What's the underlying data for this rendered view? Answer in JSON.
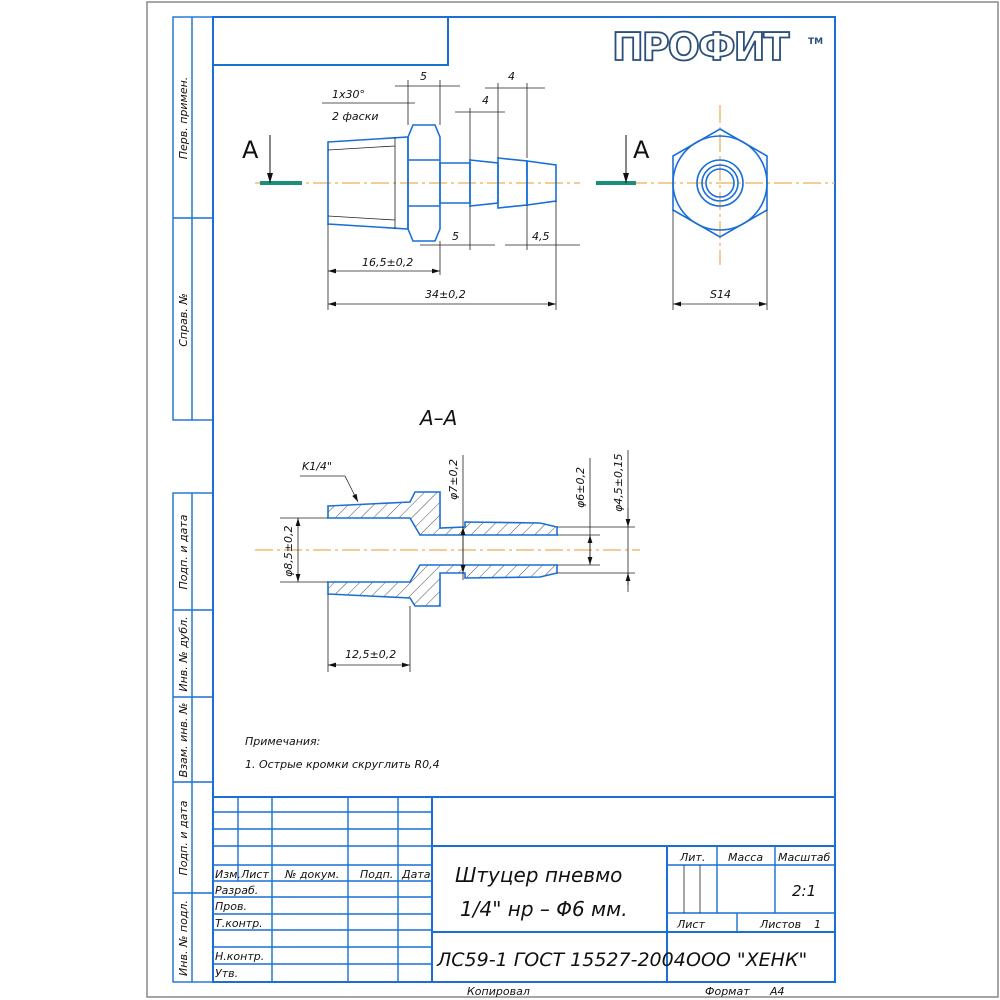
{
  "logo": {
    "text": "ПРОФИТ",
    "tm": "TM"
  },
  "side_strip": {
    "top": [
      "Перв. примен.",
      "Справ. №"
    ],
    "bottom": [
      "Подп. и дата",
      "Инв. № дубл.",
      "Взам. инв. №",
      "Подп. и дата",
      "Инв. № подл."
    ]
  },
  "main_view": {
    "section_mark": "A",
    "dims": {
      "chamfer_top": "1x30°",
      "chamfer_bottom": "2 фаски",
      "hex_width": "5",
      "barb_top": "4",
      "barb_mid": "4",
      "shank": "5",
      "tip": "4,5",
      "body_len": "16,5±0,2",
      "total_len": "34±0,2"
    }
  },
  "end_view": {
    "section_mark": "A",
    "across_flats": "S14"
  },
  "section": {
    "title": "A–A",
    "dims": {
      "thread": "K1/4\"",
      "bore_dia": "φ8,5±0,2",
      "shank_dia": "φ7±0,2",
      "barb_dia": "φ6±0,2",
      "inner_dia": "φ4,5±0,15",
      "bore_len": "12,5±0,2"
    }
  },
  "notes": {
    "heading": "Примечания:",
    "items": [
      "1. Острые кромки скруглить R0,4"
    ]
  },
  "title_block": {
    "col_headers": [
      "Изм.",
      "Лист",
      "№ докум.",
      "Подп.",
      "Дата"
    ],
    "roles": [
      "Разраб.",
      "Пров.",
      "Т.контр.",
      "",
      "Н.контр.",
      "Утв."
    ],
    "name_line1": "Штуцер пневмо",
    "name_line2": "1/4\" нр – Φ6 мм.",
    "material": "ЛС59-1 ГОСТ 15527-2004",
    "company": "ООО \"ХЕНК\"",
    "lit_label": "Лит.",
    "mass_label": "Масса",
    "scale_label": "Масштаб",
    "scale_value": "2:1",
    "sheet_label": "Лист",
    "sheets_label": "Листов",
    "sheets_value": "1",
    "copied_label": "Копировал",
    "format_label": "Формат",
    "format_value": "A4"
  },
  "colors": {
    "frame": "#1a6fd6",
    "axis": "#e89a2c",
    "section_line": "#1a8f7a"
  }
}
